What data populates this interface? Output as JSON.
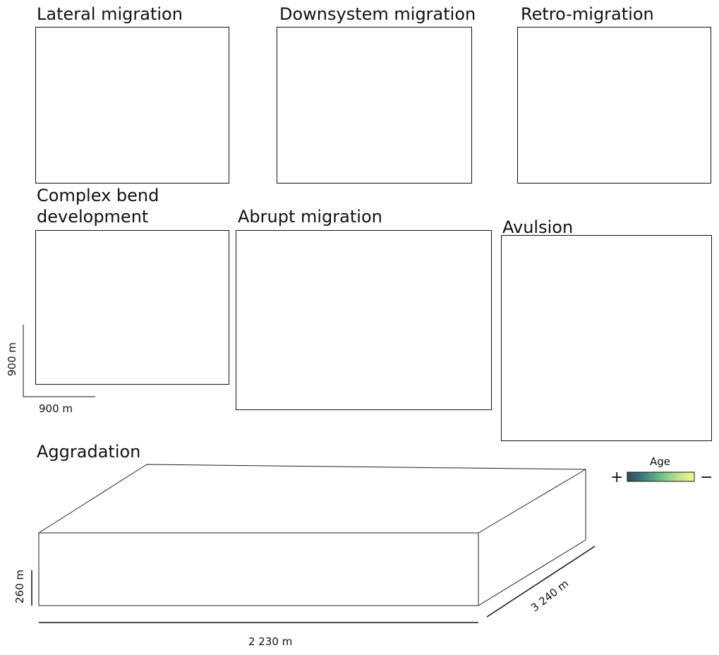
{
  "titles": {
    "lateral": "Lateral migration",
    "downsystem": "Downsystem migration",
    "retro": "Retro-migration",
    "complex_l1": "Complex bend",
    "complex_l2": "development",
    "abrupt": "Abrupt migration",
    "avulsion": "Avulsion",
    "aggradation": "Aggradation"
  },
  "scale": {
    "vertical": "900 m",
    "horizontal": "900 m"
  },
  "block_dims": {
    "height": "260 m",
    "width": "2 230 m",
    "depth": "3 240 m"
  },
  "legend": {
    "title": "Age",
    "plus": "+",
    "minus": "−",
    "colors": [
      "#2f4b5a",
      "#3f7e80",
      "#6cbe8a",
      "#b9e38c",
      "#f5f58a"
    ]
  }
}
